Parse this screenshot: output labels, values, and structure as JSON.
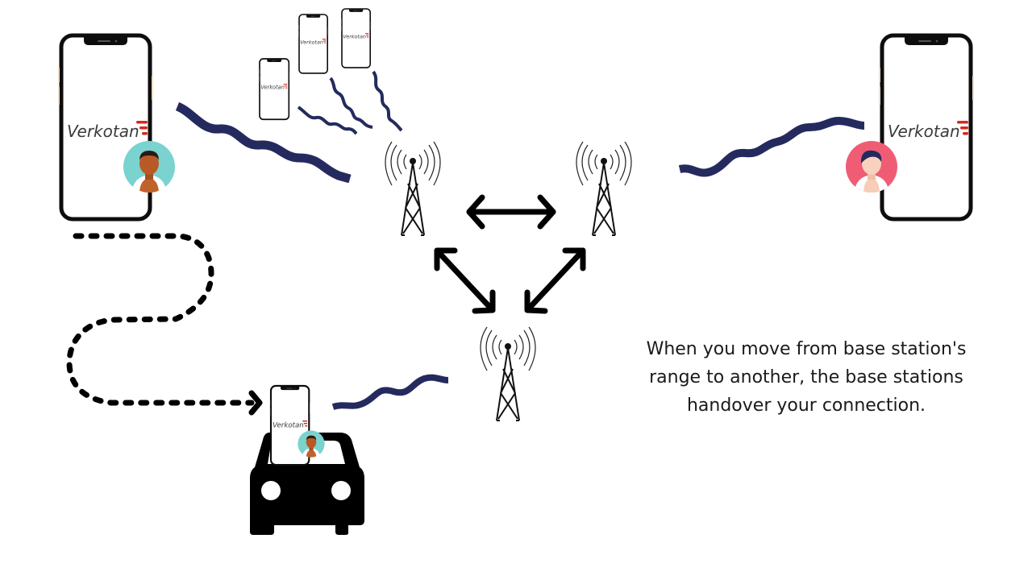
{
  "caption": {
    "line1": "When you move from base station's",
    "line2": "range to another, the base stations",
    "line3": "handover your connection."
  },
  "brand": {
    "name": "Verkotan",
    "logo_color": "#d9261c"
  },
  "colors": {
    "wave": "#252a5e",
    "user_male_bg": "#7bd3d0",
    "user_female_bg": "#ef5d74",
    "tower": "#111111",
    "arrow": "#000000"
  },
  "elements": {
    "phones": [
      {
        "id": "phone-left",
        "label": "Verkotan",
        "user": "male-avatar"
      },
      {
        "id": "phone-right",
        "label": "Verkotan",
        "user": "female-avatar"
      },
      {
        "id": "phone-small-1",
        "label": "Verkotan"
      },
      {
        "id": "phone-small-2",
        "label": "Verkotan"
      },
      {
        "id": "phone-small-3",
        "label": "Verkotan"
      },
      {
        "id": "phone-car",
        "label": "Verkotan",
        "user": "male-avatar"
      }
    ],
    "towers": [
      "tower-left",
      "tower-right",
      "tower-bottom"
    ],
    "icons": [
      "cell-tower-icon",
      "double-arrow-icon",
      "signal-wave-icon",
      "car-icon",
      "dotted-path-arrow-icon"
    ]
  }
}
